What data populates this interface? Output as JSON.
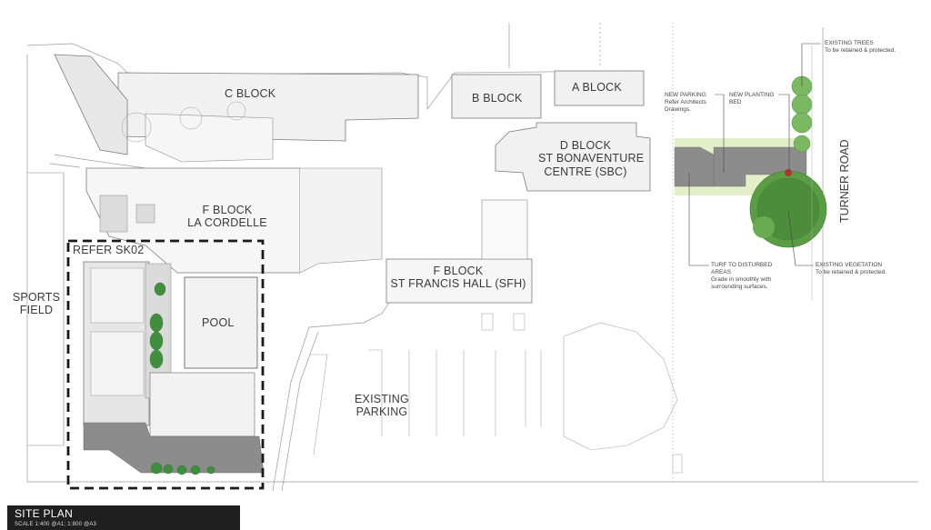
{
  "labels": {
    "c_block": "C BLOCK",
    "b_block": "B BLOCK",
    "a_block": "A BLOCK",
    "d_block_line1": "D BLOCK",
    "d_block_line2": "ST BONAVENTURE",
    "d_block_line3": "CENTRE (SBC)",
    "f_block_line1": "F BLOCK",
    "f_block_line2": "LA CORDELLE",
    "refer_sk02": "REFER SK02",
    "sports_field_line1": "SPORTS",
    "sports_field_line2": "FIELD",
    "pool": "POOL",
    "sfh_line1": "F BLOCK",
    "sfh_line2": "ST FRANCIS HALL (SFH)",
    "existing_parking_line1": "EXISTING",
    "existing_parking_line2": "PARKING",
    "turner_road": "TURNER ROAD"
  },
  "legend": {
    "existing_trees_title": "EXISTING TREES",
    "existing_trees_note": "To be retained & protected.",
    "new_parking_title": "NEW PARKING",
    "new_parking_note1": "Refer Architects",
    "new_parking_note2": "Drawings.",
    "new_planting_title": "NEW PLANTING",
    "new_planting_note": "BED",
    "turf_title1": "TURF TO DISTURBED",
    "turf_title2": "AREAS",
    "turf_note1": "Grade in smoothly with",
    "turf_note2": "surrounding surfaces.",
    "existing_veg_title": "EXISTING VEGETATION",
    "existing_veg_note": "To be retained & protected."
  },
  "title_block": {
    "title": "SITE PLAN",
    "scale": "SCALE     1:400 @A1; 1:800 @A3"
  },
  "colors": {
    "linework": "#8a8a8a",
    "building_fill": "#ececec",
    "paving": "#8c8c8c",
    "turf": "#e3efc9",
    "vegetation": "#3f8f3f",
    "title_bg": "#1f1f1f"
  }
}
